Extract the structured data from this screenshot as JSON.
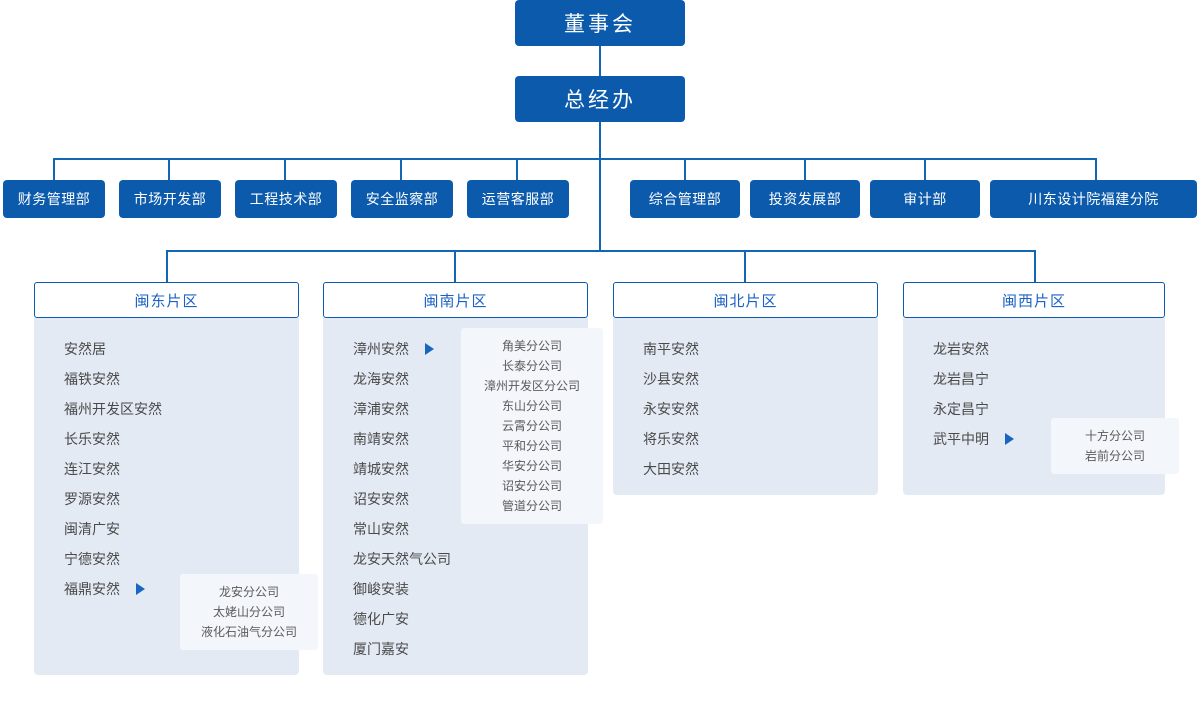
{
  "chart_title": "",
  "colors": {
    "box_blue": "#0b5aab",
    "line_blue": "#1267b5",
    "panel_bg": "#e4eaf4",
    "subpanel_bg": "#f3f6fb",
    "district_title": "#1b62c4",
    "member_text": "#4a4a4a"
  },
  "top": {
    "board": "董事会",
    "gm_office": "总经办"
  },
  "departments_left": [
    {
      "label": "财务管理部"
    },
    {
      "label": "市场开发部"
    },
    {
      "label": "工程技术部"
    },
    {
      "label": "安全监察部"
    },
    {
      "label": "运营客服部"
    }
  ],
  "departments_right": [
    {
      "label": "综合管理部"
    },
    {
      "label": "投资发展部"
    },
    {
      "label": "审计部"
    },
    {
      "label": "川东设计院福建分院"
    }
  ],
  "districts": [
    {
      "title": "闽东片区",
      "members": [
        {
          "name": "安然居",
          "has_children": false
        },
        {
          "name": "福铁安然",
          "has_children": false
        },
        {
          "name": "福州开发区安然",
          "has_children": false
        },
        {
          "name": "长乐安然",
          "has_children": false
        },
        {
          "name": "连江安然",
          "has_children": false
        },
        {
          "name": "罗源安然",
          "has_children": false
        },
        {
          "name": "闽清广安",
          "has_children": false
        },
        {
          "name": "宁德安然",
          "has_children": false
        },
        {
          "name": "福鼎安然",
          "has_children": true
        }
      ],
      "subpanel": {
        "parent": "福鼎安然",
        "items": [
          "龙安分公司",
          "太姥山分公司",
          "液化石油气分公司"
        ]
      }
    },
    {
      "title": "闽南片区",
      "members": [
        {
          "name": "漳州安然",
          "has_children": true
        },
        {
          "name": "龙海安然",
          "has_children": false
        },
        {
          "name": "漳浦安然",
          "has_children": false
        },
        {
          "name": "南靖安然",
          "has_children": false
        },
        {
          "name": "靖城安然",
          "has_children": false
        },
        {
          "name": "诏安安然",
          "has_children": false
        },
        {
          "name": "常山安然",
          "has_children": false
        },
        {
          "name": "龙安天然气公司",
          "has_children": false
        },
        {
          "name": "御峻安装",
          "has_children": false
        },
        {
          "name": "德化广安",
          "has_children": false
        },
        {
          "name": "厦门嘉安",
          "has_children": false
        }
      ],
      "subpanel": {
        "parent": "漳州安然",
        "items": [
          "角美分公司",
          "长泰分公司",
          "漳州开发区分公司",
          "东山分公司",
          "云霄分公司",
          "平和分公司",
          "华安分公司",
          "诏安分公司",
          "管道分公司"
        ]
      }
    },
    {
      "title": "闽北片区",
      "members": [
        {
          "name": "南平安然",
          "has_children": false
        },
        {
          "name": "沙县安然",
          "has_children": false
        },
        {
          "name": "永安安然",
          "has_children": false
        },
        {
          "name": "将乐安然",
          "has_children": false
        },
        {
          "name": "大田安然",
          "has_children": false
        }
      ],
      "subpanel": null
    },
    {
      "title": "闽西片区",
      "members": [
        {
          "name": "龙岩安然",
          "has_children": false
        },
        {
          "name": "龙岩昌宁",
          "has_children": false
        },
        {
          "name": "永定昌宁",
          "has_children": false
        },
        {
          "name": "武平中明",
          "has_children": true
        }
      ],
      "subpanel": {
        "parent": "武平中明",
        "items": [
          "十方分公司",
          "岩前分公司"
        ]
      }
    }
  ]
}
